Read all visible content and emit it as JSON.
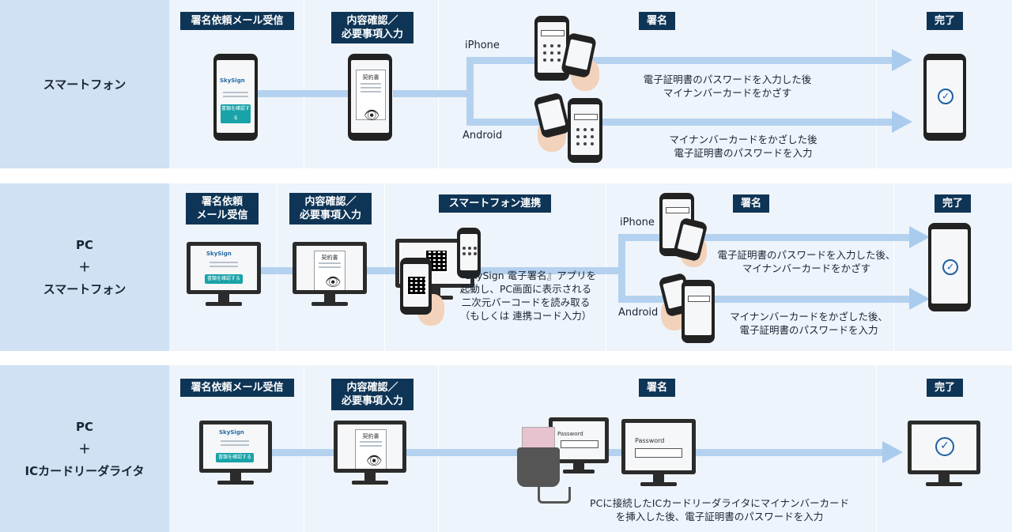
{
  "colors": {
    "step_label_bg": "#0f3556",
    "row_label_bg": "#cfe1f3",
    "row_bg": "#eef4fb",
    "flow": "#b4d2ef",
    "accent": "#19a3a8",
    "check": "#1f5fa3"
  },
  "rows": [
    {
      "label": "スマートフォン",
      "steps": {
        "mail": "署名依頼メール受信",
        "confirm": "内容確認／\n必要事項入力",
        "sign": "署名",
        "done": "完了"
      },
      "iphone": "iPhone",
      "android": "Android",
      "iphone_caption": "電子証明書のパスワードを入力した後\nマイナンバーカードをかざす",
      "android_caption": "マイナンバーカードをかざした後\n電子証明書のパスワードを入力"
    },
    {
      "label": "PC\n＋\nスマートフォン",
      "steps": {
        "mail": "署名依頼\nメール受信",
        "confirm": "内容確認／\n必要事項入力",
        "link": "スマートフォン連携",
        "sign": "署名",
        "done": "完了"
      },
      "link_caption": "『SkySign 電子署名』アプリを\n起動し、PC画面に表示される\n二次元バーコードを読み取る\n（もしくは 連携コード入力）",
      "iphone": "iPhone",
      "android": "Android",
      "iphone_caption": "電子証明書のパスワードを入力した後、\nマイナンバーカードをかざす",
      "android_caption": "マイナンバーカードをかざした後、\n電子証明書のパスワードを入力"
    },
    {
      "label": "PC\n＋\nICカードリーダライタ",
      "steps": {
        "mail": "署名依頼メール受信",
        "confirm": "内容確認／\n必要事項入力",
        "sign": "署名",
        "done": "完了"
      },
      "sign_caption": "PCに接続したICカードリーダライタにマイナンバーカード\nを挿入した後、電子証明書のパスワードを入力",
      "password_label": "Password",
      "password_label2": "Password"
    }
  ],
  "mock": {
    "logo": "SkySign",
    "mail_button": "書類を確認する",
    "contract": "契約書"
  }
}
